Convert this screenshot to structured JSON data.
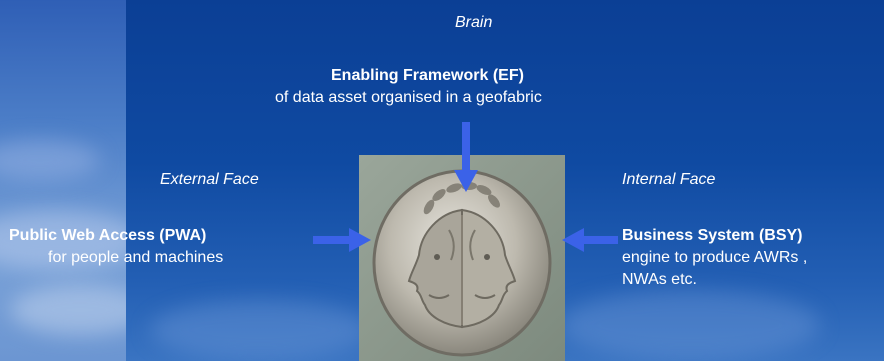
{
  "brain": {
    "caption": "Brain",
    "title": "Enabling Framework (EF)",
    "subtitle": "of data asset organised in a  geofabric"
  },
  "external": {
    "caption": "External Face",
    "title": "Public Web Access (PWA)",
    "subtitle": "for people and machines"
  },
  "internal": {
    "caption": "Internal Face",
    "title": "Business System (BSY)",
    "subtitle_line1": "engine to produce AWRs ,",
    "subtitle_line2": "NWAs etc."
  },
  "colors": {
    "background": "#0f4aa2",
    "arrow": "#3b62e8",
    "text": "#ffffff"
  },
  "icons": {
    "coin": "janus-coin-image",
    "arrows": [
      "arrow-down-icon",
      "arrow-right-icon",
      "arrow-left-icon"
    ]
  }
}
